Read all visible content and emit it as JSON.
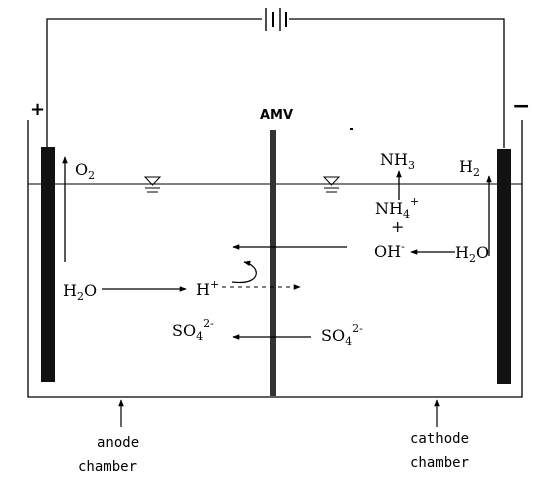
{
  "polarity": {
    "positive": "+",
    "negative": "−"
  },
  "membrane": {
    "label": "AMV"
  },
  "species": {
    "o2": {
      "main": "O",
      "sub": "2"
    },
    "h2": {
      "main": "H",
      "sub": "2"
    },
    "nh3": {
      "main": "NH",
      "sub": "3"
    },
    "nh4": {
      "main": "NH",
      "sub": "4",
      "sup": "+"
    },
    "plus_sign": "+",
    "oh": {
      "main": "OH",
      "sup": "-"
    },
    "h2o_anode": {
      "main": "H",
      "sub": "2",
      "tail": "O"
    },
    "h2o_cathode": {
      "main": "H",
      "sub": "2",
      "tail": "O"
    },
    "h_plus": {
      "main": "H",
      "sup": "+"
    },
    "so4_left": {
      "main": "SO",
      "sub": "4",
      "sup": "2-"
    },
    "so4_right": {
      "main": "SO",
      "sub": "4",
      "sup": "2-"
    }
  },
  "chambers": {
    "anode": {
      "line1": "anode",
      "line2": "chamber"
    },
    "cathode": {
      "line1": "cathode",
      "line2": "chamber"
    }
  }
}
